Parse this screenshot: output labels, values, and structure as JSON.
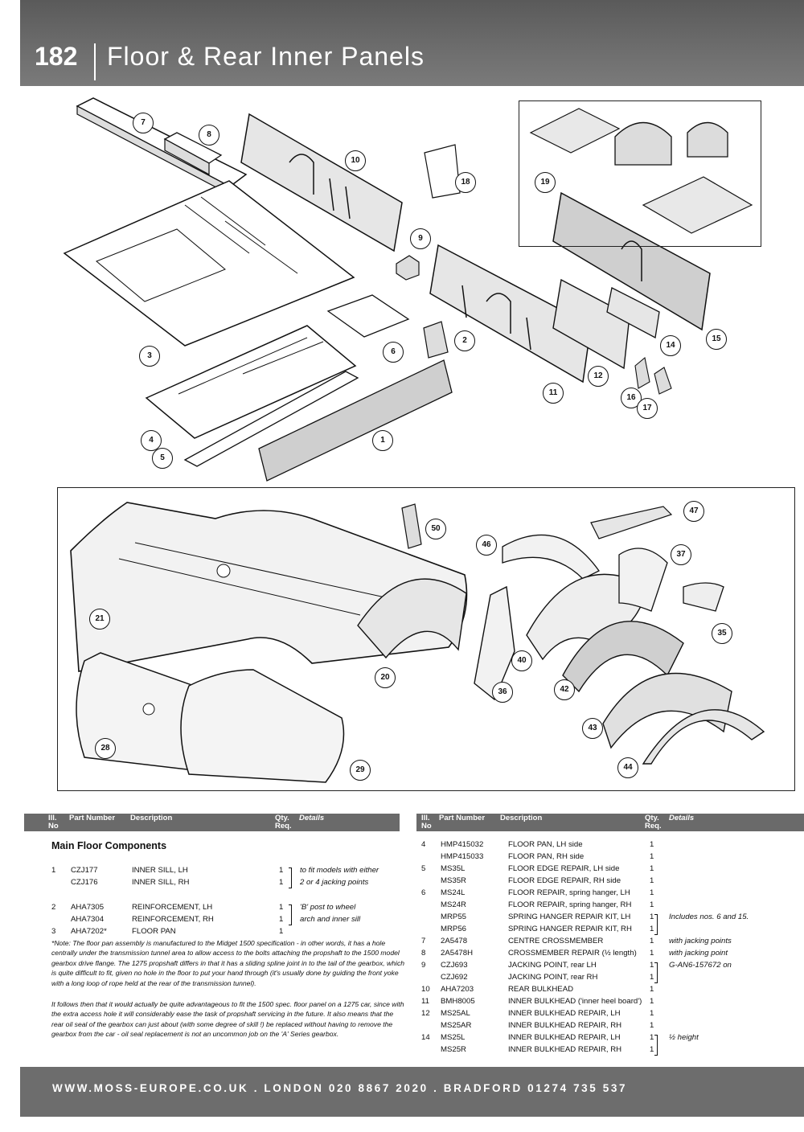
{
  "page": {
    "number": "182",
    "title": "Floor & Rear Inner Panels"
  },
  "callouts": [
    "1",
    "2",
    "3",
    "4",
    "5",
    "6",
    "7",
    "8",
    "9",
    "10",
    "11",
    "12",
    "14",
    "15",
    "16",
    "17",
    "18",
    "19",
    "20",
    "21",
    "28",
    "29",
    "35",
    "36",
    "37",
    "40",
    "42",
    "43",
    "44",
    "46",
    "47",
    "50"
  ],
  "table_header": {
    "ill_no": "Ill. No",
    "part_number": "Part Number",
    "description": "Description",
    "qty": "Qty. Req.",
    "details": "Details"
  },
  "section_title": "Main Floor Components",
  "left_rows": [
    {
      "ill": "1",
      "part": "CZJ177",
      "desc": "INNER SILL, LH",
      "qty": "1",
      "details": "to fit models with either"
    },
    {
      "ill": "",
      "part": "CZJ176",
      "desc": "INNER SILL, RH",
      "qty": "1",
      "details": "2 or 4 jacking points"
    },
    {
      "ill": "2",
      "part": "AHA7305",
      "desc": "REINFORCEMENT, LH",
      "qty": "1",
      "details": "'B' post to wheel"
    },
    {
      "ill": "",
      "part": "AHA7304",
      "desc": "REINFORCEMENT, RH",
      "qty": "1",
      "details": "arch and inner sill"
    },
    {
      "ill": "3",
      "part": "AHA7202*",
      "desc": "FLOOR PAN",
      "qty": "1",
      "details": ""
    }
  ],
  "note": [
    "*Note: The floor pan assembly is manufactured to the Midget 1500 specification - in other words, it has a hole centrally under the transmission tunnel area to allow access to the bolts attaching the propshaft to the 1500 model gearbox drive flange. The 1275 propshaft differs in that it has a sliding spline joint in to the tail of the gearbox, which is quite difficult to fit, given no hole in the floor to put your hand through (it's usually done by guiding the front yoke with a long loop of rope held at the rear of the transmission tunnel).",
    "It follows then that it would actually be quite advantageous to fit the 1500 spec. floor panel on a 1275 car, since with the extra access hole it will considerably ease the task of propshaft servicing in the future. It also means that the rear oil seal of the gearbox can just about (with some degree of skill !) be replaced without having to remove the gearbox from the car - oil seal replacement is not an uncommon job on the 'A' Series gearbox."
  ],
  "right_rows": [
    {
      "ill": "4",
      "part": "HMP415032",
      "desc": "FLOOR PAN, LH side",
      "qty": "1",
      "details": ""
    },
    {
      "ill": "",
      "part": "HMP415033",
      "desc": "FLOOR PAN, RH side",
      "qty": "1",
      "details": ""
    },
    {
      "ill": "5",
      "part": "MS35L",
      "desc": "FLOOR EDGE REPAIR, LH side",
      "qty": "1",
      "details": ""
    },
    {
      "ill": "",
      "part": "MS35R",
      "desc": "FLOOR EDGE REPAIR, RH side",
      "qty": "1",
      "details": ""
    },
    {
      "ill": "6",
      "part": "MS24L",
      "desc": "FLOOR REPAIR, spring hanger, LH",
      "qty": "1",
      "details": ""
    },
    {
      "ill": "",
      "part": "MS24R",
      "desc": "FLOOR REPAIR, spring hanger, RH",
      "qty": "1",
      "details": ""
    },
    {
      "ill": "",
      "part": "MRP55",
      "desc": "SPRING HANGER REPAIR KIT, LH",
      "qty": "1",
      "details": "Includes nos. 6 and 15."
    },
    {
      "ill": "",
      "part": "MRP56",
      "desc": "SPRING HANGER REPAIR KIT, RH",
      "qty": "1",
      "details": ""
    },
    {
      "ill": "7",
      "part": "2A5478",
      "desc": "CENTRE CROSSMEMBER",
      "qty": "1",
      "details": "with jacking points"
    },
    {
      "ill": "8",
      "part": "2A5478H",
      "desc": "CROSSMEMBER REPAIR (½ length)",
      "qty": "1",
      "details": "with jacking point"
    },
    {
      "ill": "9",
      "part": "CZJ693",
      "desc": "JACKING POINT, rear LH",
      "qty": "1",
      "details": "G-AN6-157672 on"
    },
    {
      "ill": "",
      "part": "CZJ692",
      "desc": "JACKING POINT, rear RH",
      "qty": "1",
      "details": ""
    },
    {
      "ill": "10",
      "part": "AHA7203",
      "desc": "REAR BULKHEAD",
      "qty": "1",
      "details": ""
    },
    {
      "ill": "11",
      "part": "BMH8005",
      "desc": "INNER BULKHEAD ('inner heel board')",
      "qty": "1",
      "details": ""
    },
    {
      "ill": "12",
      "part": "MS25AL",
      "desc": "INNER BULKHEAD REPAIR, LH",
      "qty": "1",
      "details": ""
    },
    {
      "ill": "",
      "part": "MS25AR",
      "desc": "INNER BULKHEAD REPAIR, RH",
      "qty": "1",
      "details": ""
    },
    {
      "ill": "14",
      "part": "MS25L",
      "desc": "INNER BULKHEAD REPAIR, LH",
      "qty": "1",
      "details": "½ height"
    },
    {
      "ill": "",
      "part": "MS25R",
      "desc": "INNER BULKHEAD REPAIR, RH",
      "qty": "1",
      "details": ""
    }
  ],
  "footer": "WWW.MOSS-EUROPE.CO.UK . LONDON 020 8867 2020 . BRADFORD 01274 735 537",
  "colors": {
    "header_bg": "#666666",
    "footer_bg": "#6d6d6d",
    "table_head_bg": "#6a6a6a",
    "ink": "#111111"
  }
}
